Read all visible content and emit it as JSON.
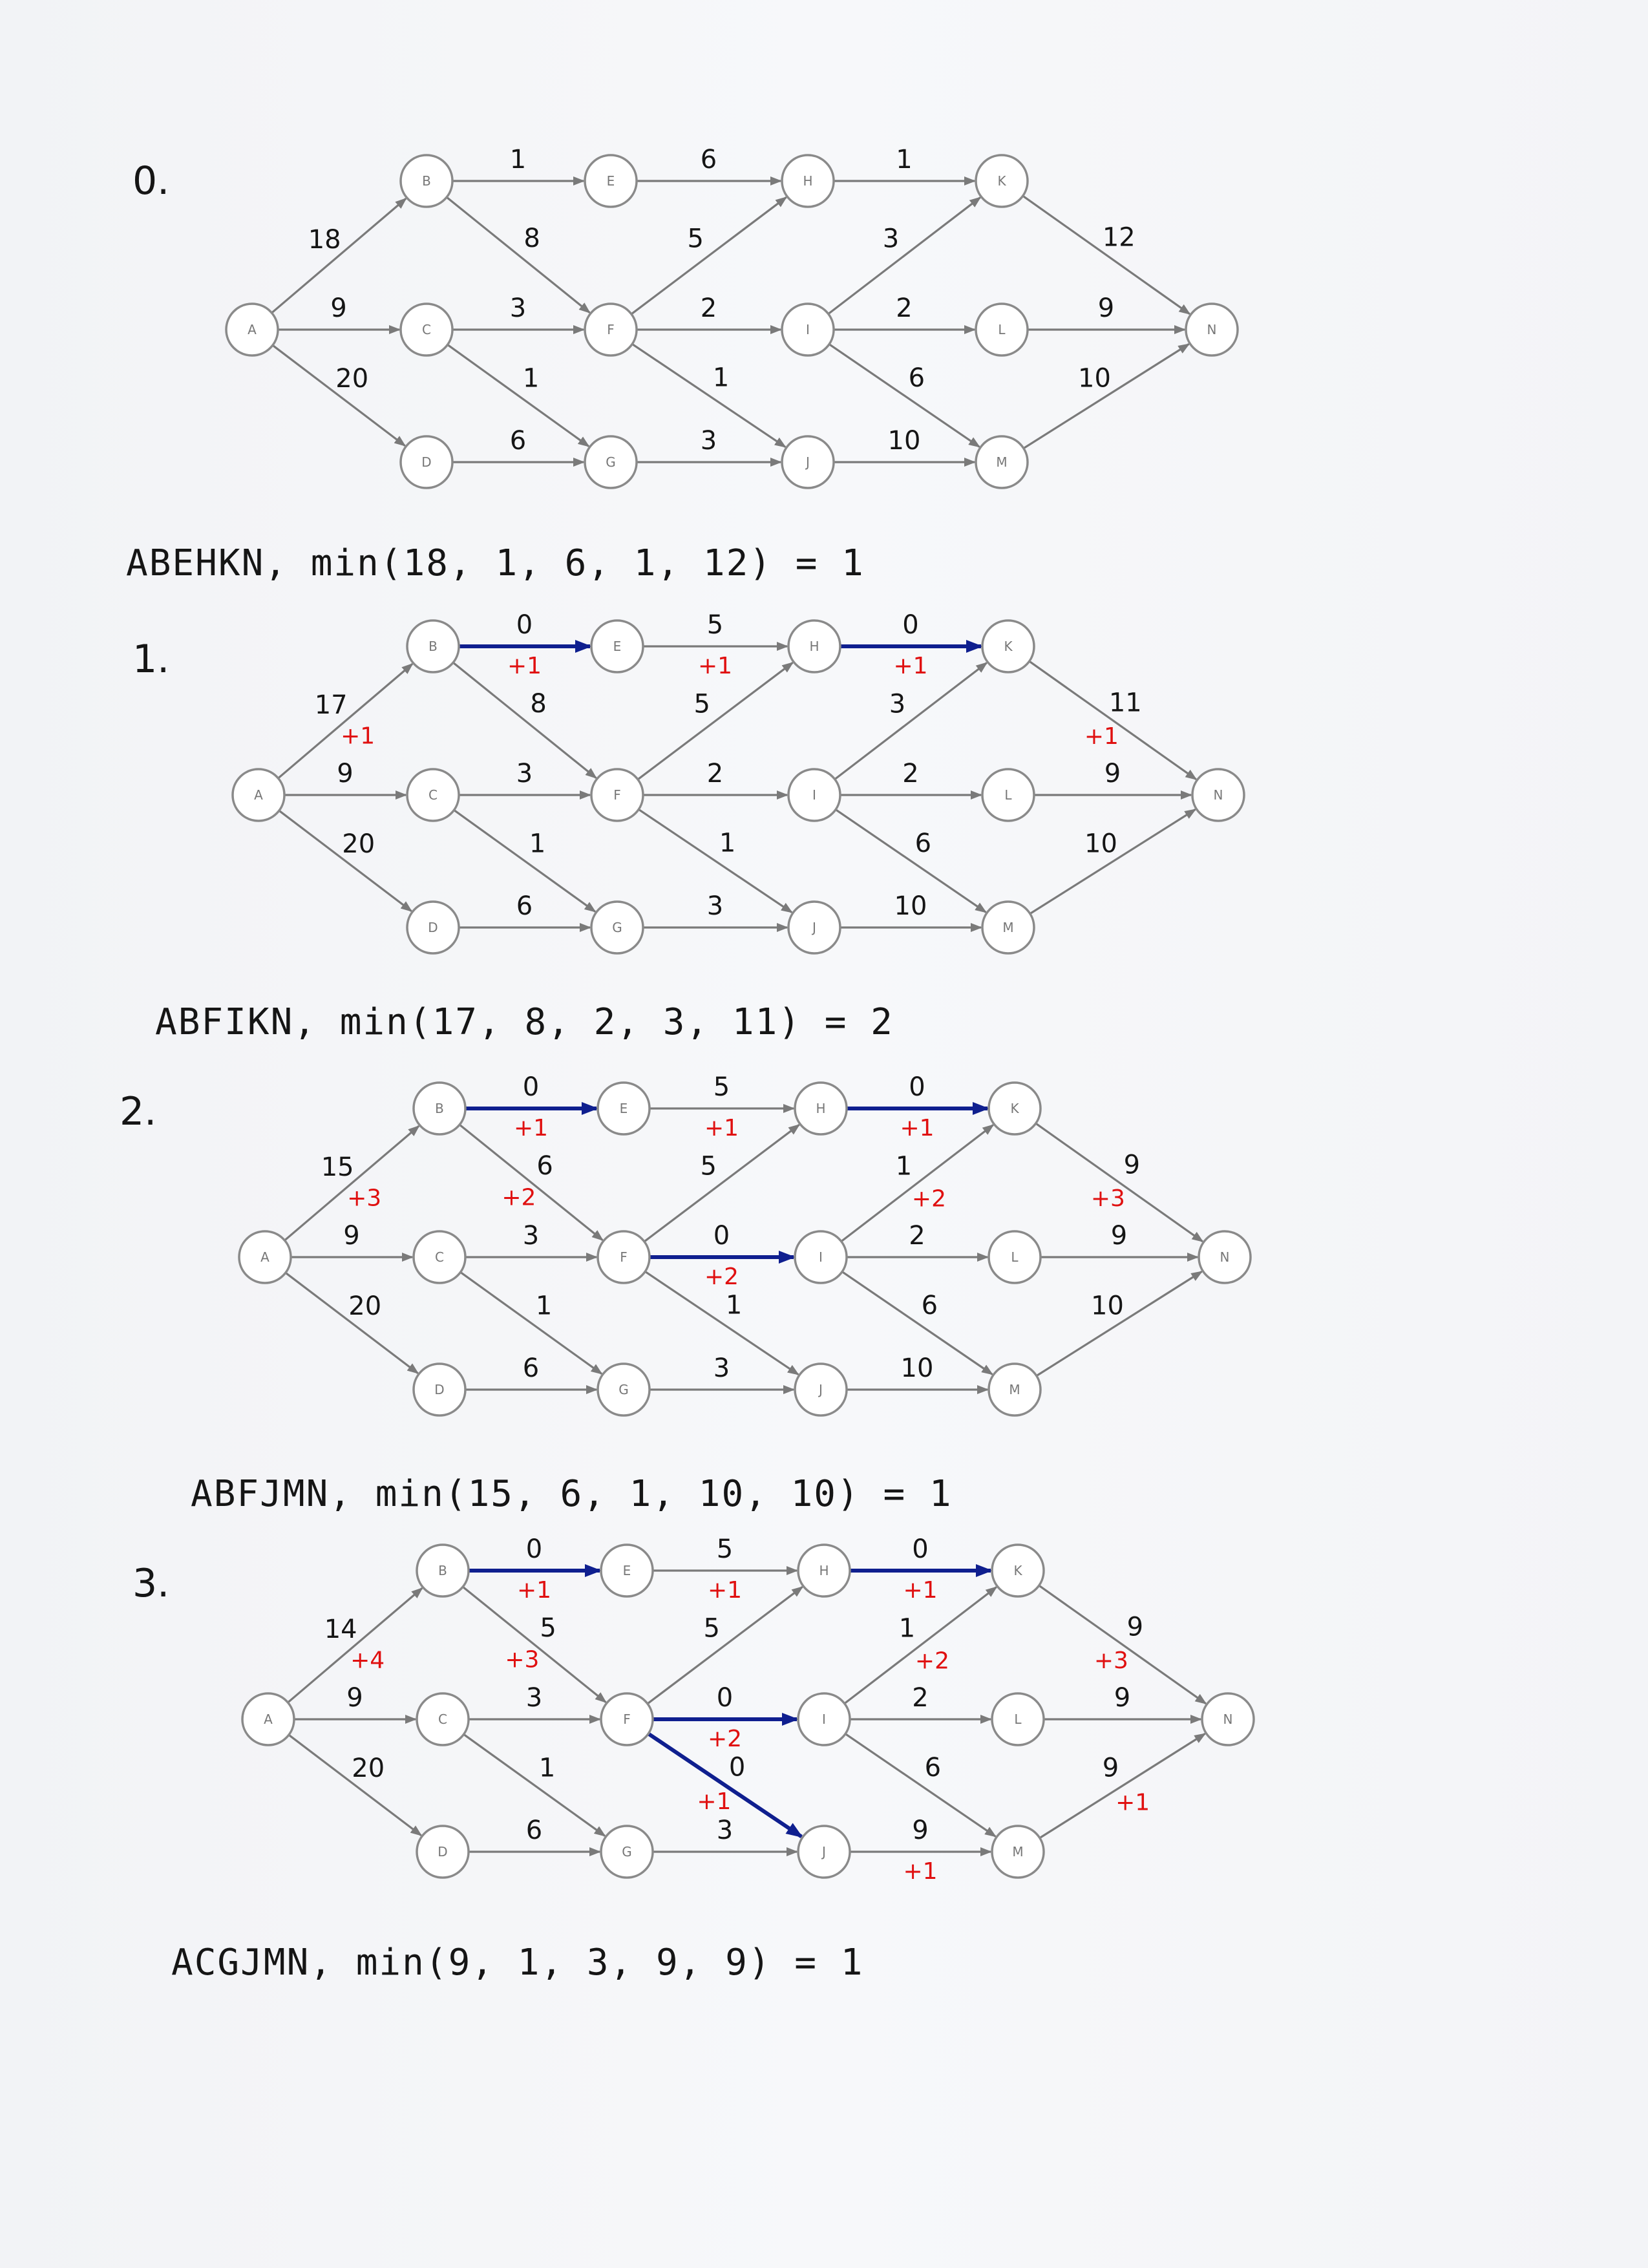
{
  "colors": {
    "edge": "#7a7a7a",
    "augmenting_path": "#0f1f8f",
    "delta_note": "#e01010",
    "ink": "#151515"
  },
  "nodes": [
    "A",
    "B",
    "C",
    "D",
    "E",
    "F",
    "G",
    "H",
    "I",
    "J",
    "K",
    "L",
    "M",
    "N"
  ],
  "steps": [
    {
      "label": "0.",
      "caption": "ABEHKN, min(18, 1, 6, 1, 12) = 1",
      "edges": [
        {
          "from": "A",
          "to": "B",
          "cap": "18",
          "delta": ""
        },
        {
          "from": "A",
          "to": "C",
          "cap": "9",
          "delta": ""
        },
        {
          "from": "A",
          "to": "D",
          "cap": "20",
          "delta": ""
        },
        {
          "from": "B",
          "to": "E",
          "cap": "1",
          "delta": ""
        },
        {
          "from": "B",
          "to": "F",
          "cap": "8",
          "delta": ""
        },
        {
          "from": "C",
          "to": "F",
          "cap": "3",
          "delta": ""
        },
        {
          "from": "C",
          "to": "G",
          "cap": "1",
          "delta": ""
        },
        {
          "from": "D",
          "to": "G",
          "cap": "6",
          "delta": ""
        },
        {
          "from": "E",
          "to": "H",
          "cap": "6",
          "delta": ""
        },
        {
          "from": "F",
          "to": "H",
          "cap": "5",
          "delta": ""
        },
        {
          "from": "F",
          "to": "I",
          "cap": "2",
          "delta": ""
        },
        {
          "from": "F",
          "to": "J",
          "cap": "1",
          "delta": ""
        },
        {
          "from": "G",
          "to": "J",
          "cap": "3",
          "delta": ""
        },
        {
          "from": "H",
          "to": "K",
          "cap": "1",
          "delta": ""
        },
        {
          "from": "I",
          "to": "K",
          "cap": "3",
          "delta": ""
        },
        {
          "from": "I",
          "to": "L",
          "cap": "2",
          "delta": ""
        },
        {
          "from": "I",
          "to": "M",
          "cap": "6",
          "delta": ""
        },
        {
          "from": "J",
          "to": "M",
          "cap": "10",
          "delta": ""
        },
        {
          "from": "K",
          "to": "N",
          "cap": "12",
          "delta": ""
        },
        {
          "from": "L",
          "to": "N",
          "cap": "9",
          "delta": ""
        },
        {
          "from": "M",
          "to": "N",
          "cap": "10",
          "delta": ""
        }
      ]
    },
    {
      "label": "1.",
      "caption": "ABFIKN, min(17, 8, 2, 3, 11) = 2",
      "edges": [
        {
          "from": "A",
          "to": "B",
          "cap": "17",
          "delta": "+1"
        },
        {
          "from": "A",
          "to": "C",
          "cap": "9",
          "delta": ""
        },
        {
          "from": "A",
          "to": "D",
          "cap": "20",
          "delta": ""
        },
        {
          "from": "B",
          "to": "E",
          "cap": "0",
          "delta": "+1",
          "aug": true
        },
        {
          "from": "B",
          "to": "F",
          "cap": "8",
          "delta": ""
        },
        {
          "from": "C",
          "to": "F",
          "cap": "3",
          "delta": ""
        },
        {
          "from": "C",
          "to": "G",
          "cap": "1",
          "delta": ""
        },
        {
          "from": "D",
          "to": "G",
          "cap": "6",
          "delta": ""
        },
        {
          "from": "E",
          "to": "H",
          "cap": "5",
          "delta": "+1"
        },
        {
          "from": "F",
          "to": "H",
          "cap": "5",
          "delta": ""
        },
        {
          "from": "F",
          "to": "I",
          "cap": "2",
          "delta": ""
        },
        {
          "from": "F",
          "to": "J",
          "cap": "1",
          "delta": ""
        },
        {
          "from": "G",
          "to": "J",
          "cap": "3",
          "delta": ""
        },
        {
          "from": "H",
          "to": "K",
          "cap": "0",
          "delta": "+1",
          "aug": true
        },
        {
          "from": "I",
          "to": "K",
          "cap": "3",
          "delta": ""
        },
        {
          "from": "I",
          "to": "L",
          "cap": "2",
          "delta": ""
        },
        {
          "from": "I",
          "to": "M",
          "cap": "6",
          "delta": ""
        },
        {
          "from": "J",
          "to": "M",
          "cap": "10",
          "delta": ""
        },
        {
          "from": "K",
          "to": "N",
          "cap": "11",
          "delta": "+1"
        },
        {
          "from": "L",
          "to": "N",
          "cap": "9",
          "delta": ""
        },
        {
          "from": "M",
          "to": "N",
          "cap": "10",
          "delta": ""
        }
      ]
    },
    {
      "label": "2.",
      "caption": "ABFJMN, min(15, 6, 1, 10, 10) = 1",
      "edges": [
        {
          "from": "A",
          "to": "B",
          "cap": "15",
          "delta": "+3"
        },
        {
          "from": "A",
          "to": "C",
          "cap": "9",
          "delta": ""
        },
        {
          "from": "A",
          "to": "D",
          "cap": "20",
          "delta": ""
        },
        {
          "from": "B",
          "to": "E",
          "cap": "0",
          "delta": "+1",
          "aug": true
        },
        {
          "from": "B",
          "to": "F",
          "cap": "6",
          "delta": "+2"
        },
        {
          "from": "C",
          "to": "F",
          "cap": "3",
          "delta": ""
        },
        {
          "from": "C",
          "to": "G",
          "cap": "1",
          "delta": ""
        },
        {
          "from": "D",
          "to": "G",
          "cap": "6",
          "delta": ""
        },
        {
          "from": "E",
          "to": "H",
          "cap": "5",
          "delta": "+1"
        },
        {
          "from": "F",
          "to": "H",
          "cap": "5",
          "delta": ""
        },
        {
          "from": "F",
          "to": "I",
          "cap": "0",
          "delta": "+2",
          "aug": true
        },
        {
          "from": "F",
          "to": "J",
          "cap": "1",
          "delta": ""
        },
        {
          "from": "G",
          "to": "J",
          "cap": "3",
          "delta": ""
        },
        {
          "from": "H",
          "to": "K",
          "cap": "0",
          "delta": "+1",
          "aug": true
        },
        {
          "from": "I",
          "to": "K",
          "cap": "1",
          "delta": "+2"
        },
        {
          "from": "I",
          "to": "L",
          "cap": "2",
          "delta": ""
        },
        {
          "from": "I",
          "to": "M",
          "cap": "6",
          "delta": ""
        },
        {
          "from": "J",
          "to": "M",
          "cap": "10",
          "delta": ""
        },
        {
          "from": "K",
          "to": "N",
          "cap": "9",
          "delta": "+3"
        },
        {
          "from": "L",
          "to": "N",
          "cap": "9",
          "delta": ""
        },
        {
          "from": "M",
          "to": "N",
          "cap": "10",
          "delta": ""
        }
      ]
    },
    {
      "label": "3.",
      "caption": "ACGJMN, min(9, 1, 3, 9, 9) = 1",
      "edges": [
        {
          "from": "A",
          "to": "B",
          "cap": "14",
          "delta": "+4"
        },
        {
          "from": "A",
          "to": "C",
          "cap": "9",
          "delta": ""
        },
        {
          "from": "A",
          "to": "D",
          "cap": "20",
          "delta": ""
        },
        {
          "from": "B",
          "to": "E",
          "cap": "0",
          "delta": "+1",
          "aug": true
        },
        {
          "from": "B",
          "to": "F",
          "cap": "5",
          "delta": "+3"
        },
        {
          "from": "C",
          "to": "F",
          "cap": "3",
          "delta": ""
        },
        {
          "from": "C",
          "to": "G",
          "cap": "1",
          "delta": ""
        },
        {
          "from": "D",
          "to": "G",
          "cap": "6",
          "delta": ""
        },
        {
          "from": "E",
          "to": "H",
          "cap": "5",
          "delta": "+1"
        },
        {
          "from": "F",
          "to": "H",
          "cap": "5",
          "delta": ""
        },
        {
          "from": "F",
          "to": "I",
          "cap": "0",
          "delta": "+2",
          "aug": true
        },
        {
          "from": "F",
          "to": "J",
          "cap": "0",
          "delta": "+1",
          "aug": true
        },
        {
          "from": "G",
          "to": "J",
          "cap": "3",
          "delta": ""
        },
        {
          "from": "H",
          "to": "K",
          "cap": "0",
          "delta": "+1",
          "aug": true
        },
        {
          "from": "I",
          "to": "K",
          "cap": "1",
          "delta": "+2"
        },
        {
          "from": "I",
          "to": "L",
          "cap": "2",
          "delta": ""
        },
        {
          "from": "I",
          "to": "M",
          "cap": "6",
          "delta": ""
        },
        {
          "from": "J",
          "to": "M",
          "cap": "9",
          "delta": "+1"
        },
        {
          "from": "K",
          "to": "N",
          "cap": "9",
          "delta": "+3"
        },
        {
          "from": "L",
          "to": "N",
          "cap": "9",
          "delta": ""
        },
        {
          "from": "M",
          "to": "N",
          "cap": "9",
          "delta": "+1"
        }
      ]
    }
  ]
}
